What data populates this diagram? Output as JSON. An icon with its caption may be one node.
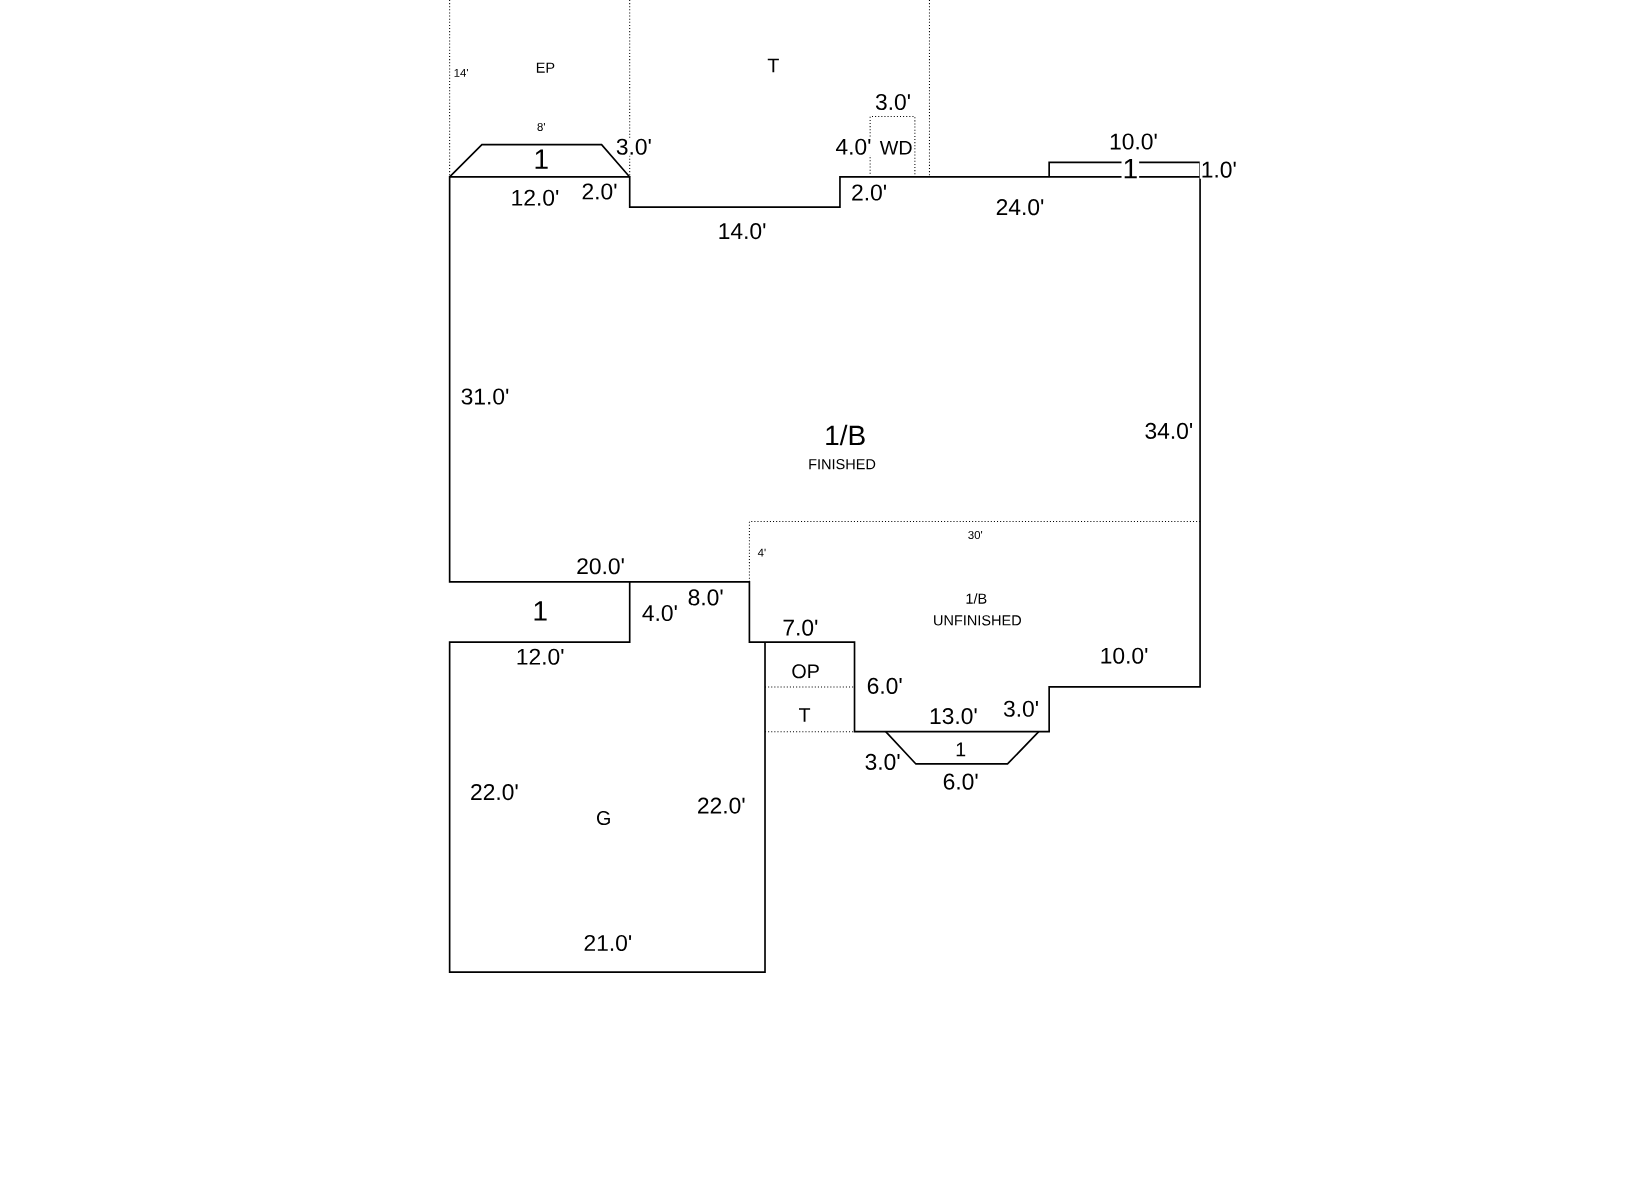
{
  "diagram": {
    "labels": [
      "14'",
      "EP",
      "T",
      "3.0'",
      "8'",
      "4.0'",
      "WD",
      "10.0'",
      "1",
      "3.0'",
      "1",
      "1.0'",
      "12.0'",
      "2.0'",
      "2.0'",
      "24.0'",
      "14.0'",
      "31.0'",
      "1/B",
      "34.0'",
      "FINISHED",
      "30'",
      "4'",
      "20.0'",
      "1/B",
      "8.0'",
      "1",
      "4.0'",
      "UNFINISHED",
      "7.0'",
      "12.0'",
      "10.0'",
      "OP",
      "6.0'",
      "T",
      "13.0'",
      "3.0'",
      "1",
      "3.0'",
      "6.0'",
      "22.0'",
      "22.0'",
      "G",
      "21.0'"
    ]
  }
}
